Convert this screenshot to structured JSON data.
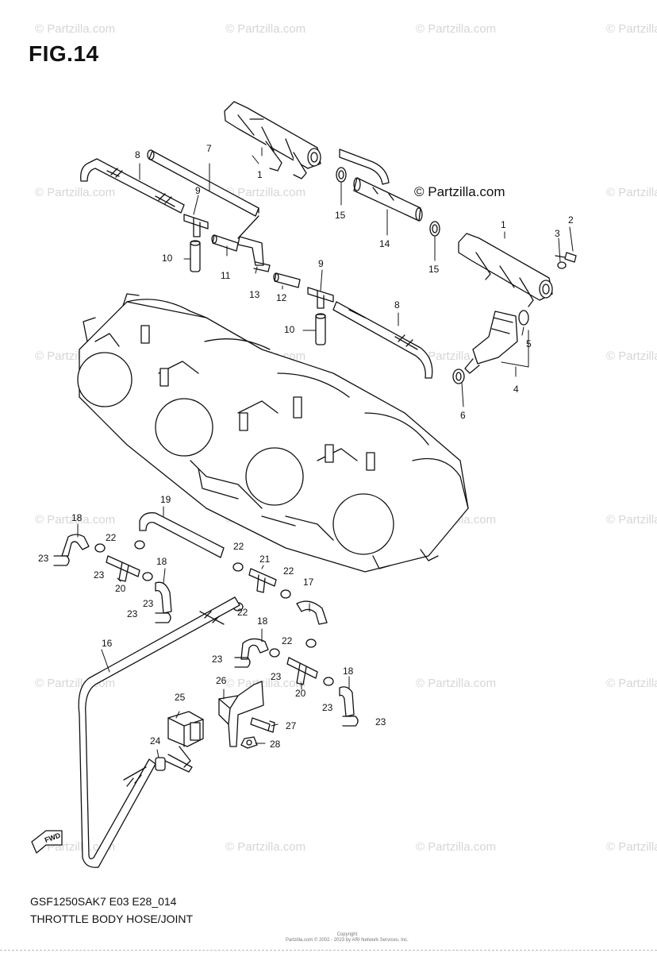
{
  "figure_title": "FIG.14",
  "brand_mark": "© Partzilla.com",
  "watermark_text": "© Partzilla.com",
  "footer": {
    "code": "GSF1250SAK7 E03 E28_014",
    "title": "THROTTLE BODY HOSE/JOINT"
  },
  "copyright_lines": [
    "Copyright",
    "Partzilla.com © 2002 - 2023 by ARI Network Services, Inc."
  ],
  "direction_icon": "fwd-arrow-icon",
  "direction_label": "FWD",
  "callouts": [
    {
      "id": "c1a",
      "label": "1"
    },
    {
      "id": "c1b",
      "label": "1"
    },
    {
      "id": "c2",
      "label": "2"
    },
    {
      "id": "c3",
      "label": "3"
    },
    {
      "id": "c4",
      "label": "4"
    },
    {
      "id": "c5",
      "label": "5"
    },
    {
      "id": "c6",
      "label": "6"
    },
    {
      "id": "c7",
      "label": "7"
    },
    {
      "id": "c8a",
      "label": "8"
    },
    {
      "id": "c8b",
      "label": "8"
    },
    {
      "id": "c9a",
      "label": "9"
    },
    {
      "id": "c9b",
      "label": "9"
    },
    {
      "id": "c10a",
      "label": "10"
    },
    {
      "id": "c10b",
      "label": "10"
    },
    {
      "id": "c11",
      "label": "11"
    },
    {
      "id": "c12",
      "label": "12"
    },
    {
      "id": "c13",
      "label": "13"
    },
    {
      "id": "c14",
      "label": "14"
    },
    {
      "id": "c15a",
      "label": "15"
    },
    {
      "id": "c15b",
      "label": "15"
    },
    {
      "id": "c16",
      "label": "16"
    },
    {
      "id": "c17",
      "label": "17"
    },
    {
      "id": "c18a",
      "label": "18"
    },
    {
      "id": "c18b",
      "label": "18"
    },
    {
      "id": "c18c",
      "label": "18"
    },
    {
      "id": "c18d",
      "label": "18"
    },
    {
      "id": "c19",
      "label": "19"
    },
    {
      "id": "c20a",
      "label": "20"
    },
    {
      "id": "c20b",
      "label": "20"
    },
    {
      "id": "c21",
      "label": "21"
    },
    {
      "id": "c22a",
      "label": "22"
    },
    {
      "id": "c22b",
      "label": "22"
    },
    {
      "id": "c22c",
      "label": "22"
    },
    {
      "id": "c22d",
      "label": "22"
    },
    {
      "id": "c22e",
      "label": "22"
    },
    {
      "id": "c23a",
      "label": "23"
    },
    {
      "id": "c23b",
      "label": "23"
    },
    {
      "id": "c23c",
      "label": "23"
    },
    {
      "id": "c23d",
      "label": "23"
    },
    {
      "id": "c23e",
      "label": "23"
    },
    {
      "id": "c23f",
      "label": "23"
    },
    {
      "id": "c23g",
      "label": "23"
    },
    {
      "id": "c23h",
      "label": "23"
    },
    {
      "id": "c24",
      "label": "24"
    },
    {
      "id": "c25",
      "label": "25"
    },
    {
      "id": "c26",
      "label": "26"
    },
    {
      "id": "c27",
      "label": "27"
    },
    {
      "id": "c28",
      "label": "28"
    }
  ]
}
